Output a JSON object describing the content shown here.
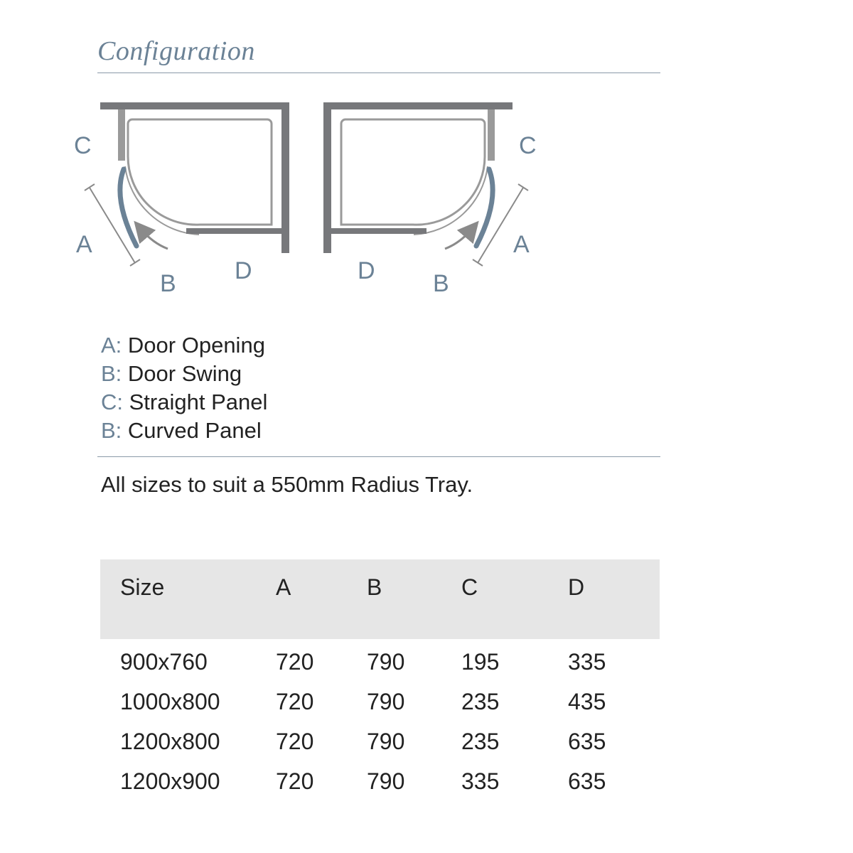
{
  "title": "Configuration",
  "diagram": {
    "left": {
      "labels": {
        "a": "A",
        "b": "B",
        "c": "C",
        "d": "D"
      }
    },
    "right": {
      "labels": {
        "a": "A",
        "b": "B",
        "c": "C",
        "d": "D"
      }
    },
    "colors": {
      "frame": "#77787b",
      "door": "#6b8296",
      "label": "#6b8296"
    }
  },
  "legend": [
    {
      "key": "A:",
      "text": "Door Opening"
    },
    {
      "key": "B:",
      "text": "Door Swing"
    },
    {
      "key": "C:",
      "text": "Straight Panel"
    },
    {
      "key": "B:",
      "text": "Curved Panel"
    }
  ],
  "note": "All sizes to suit a 550mm Radius Tray.",
  "table": {
    "headers": [
      "Size",
      "A",
      "B",
      "C",
      "D"
    ],
    "rows": [
      [
        "900x760",
        "720",
        "790",
        "195",
        "335"
      ],
      [
        "1000x800",
        "720",
        "790",
        "235",
        "435"
      ],
      [
        "1200x800",
        "720",
        "790",
        "235",
        "635"
      ],
      [
        "1200x900",
        "720",
        "790",
        "335",
        "635"
      ]
    ]
  }
}
